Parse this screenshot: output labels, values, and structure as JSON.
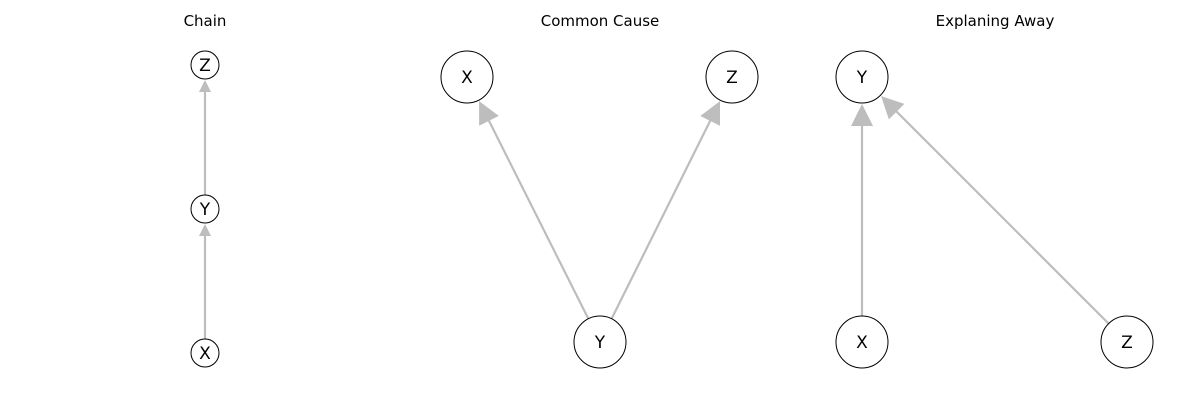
{
  "panels": [
    {
      "id": "chain",
      "title": "Chain",
      "nodes": [
        {
          "id": "z",
          "label": "Z"
        },
        {
          "id": "y",
          "label": "Y"
        },
        {
          "id": "x",
          "label": "X"
        }
      ],
      "edges": [
        {
          "from": "x",
          "to": "y"
        },
        {
          "from": "y",
          "to": "z"
        }
      ]
    },
    {
      "id": "common-cause",
      "title": "Common Cause",
      "nodes": [
        {
          "id": "x",
          "label": "X"
        },
        {
          "id": "z",
          "label": "Z"
        },
        {
          "id": "y",
          "label": "Y"
        }
      ],
      "edges": [
        {
          "from": "y",
          "to": "x"
        },
        {
          "from": "y",
          "to": "z"
        }
      ]
    },
    {
      "id": "explaining-away",
      "title": "Explaning Away",
      "nodes": [
        {
          "id": "y",
          "label": "Y"
        },
        {
          "id": "x",
          "label": "X"
        },
        {
          "id": "z",
          "label": "Z"
        }
      ],
      "edges": [
        {
          "from": "x",
          "to": "y"
        },
        {
          "from": "z",
          "to": "y"
        }
      ]
    }
  ],
  "colors": {
    "edge": "#bdbdbd",
    "node_stroke": "#000000",
    "node_fill": "#ffffff"
  }
}
